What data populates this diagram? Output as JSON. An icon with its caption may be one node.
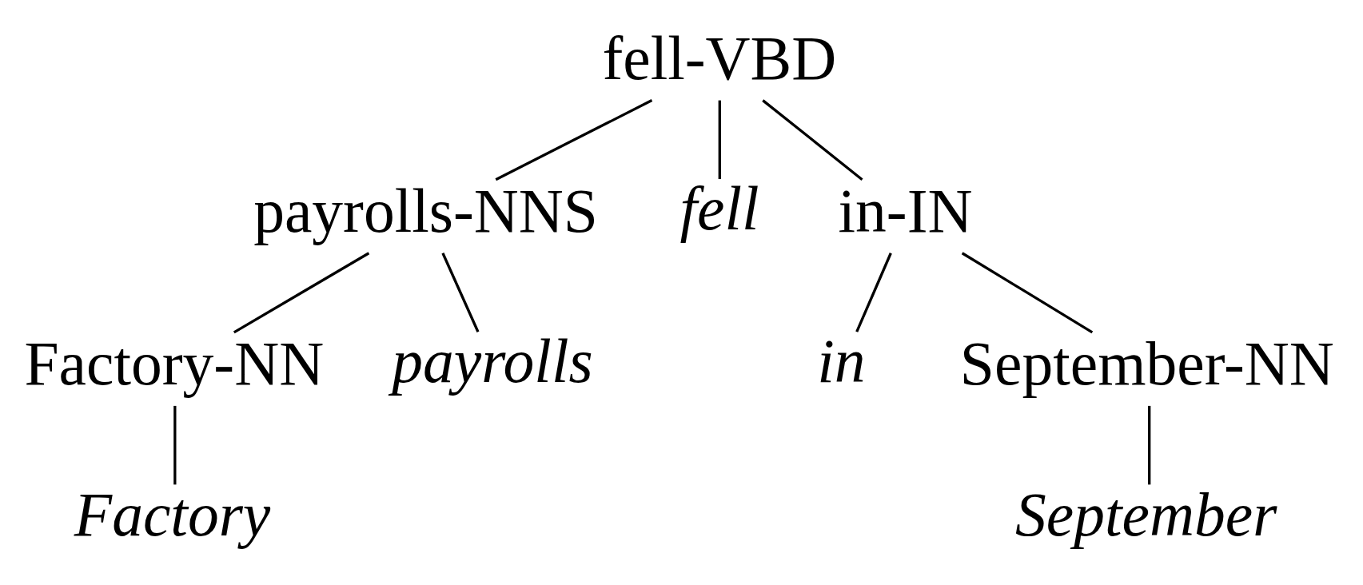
{
  "diagram": {
    "nodes": [
      {
        "text": [
          "fell-VBD"
        ]
      },
      {
        "text": [
          "payrolls-NNS"
        ]
      },
      {
        "text": [
          "fell"
        ]
      },
      {
        "text": [
          "in-IN"
        ]
      },
      {
        "text": [
          "Factory-NN"
        ]
      },
      {
        "text": [
          "payrolls"
        ]
      },
      {
        "text": [
          "in"
        ]
      },
      {
        "text": [
          "September-NN"
        ]
      },
      {
        "text": [
          "Factory"
        ]
      },
      {
        "text": [
          "September"
        ]
      }
    ],
    "edges": [
      {
        "from": 0,
        "to": 1,
        "arrow": "none"
      },
      {
        "from": 0,
        "to": 2,
        "arrow": "none"
      },
      {
        "from": 0,
        "to": 3,
        "arrow": "none"
      },
      {
        "from": 1,
        "to": 4,
        "arrow": "none"
      },
      {
        "from": 1,
        "to": 5,
        "arrow": "none"
      },
      {
        "from": 3,
        "to": 6,
        "arrow": "none"
      },
      {
        "from": 3,
        "to": 7,
        "arrow": "none"
      },
      {
        "from": 4,
        "to": 8,
        "arrow": "none"
      },
      {
        "from": 7,
        "to": 9,
        "arrow": "none"
      }
    ]
  }
}
